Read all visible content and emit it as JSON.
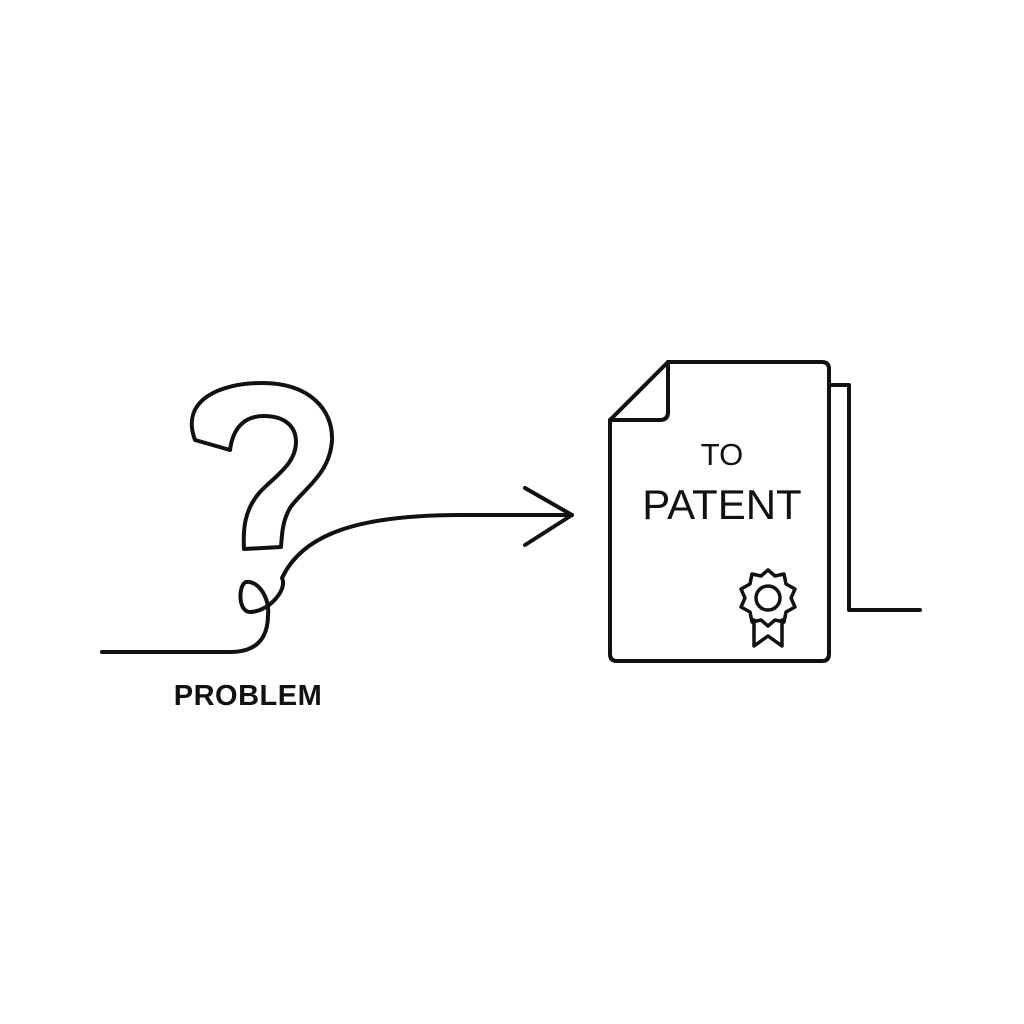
{
  "labels": {
    "problem": "PROBLEM",
    "to": "TO",
    "patent": "PATENT"
  },
  "icons": {
    "question": "question-mark-icon",
    "arrow": "arrow-right-icon",
    "document": "document-icon",
    "seal": "award-seal-icon"
  },
  "colors": {
    "ink": "#111111",
    "background": "#ffffff"
  }
}
